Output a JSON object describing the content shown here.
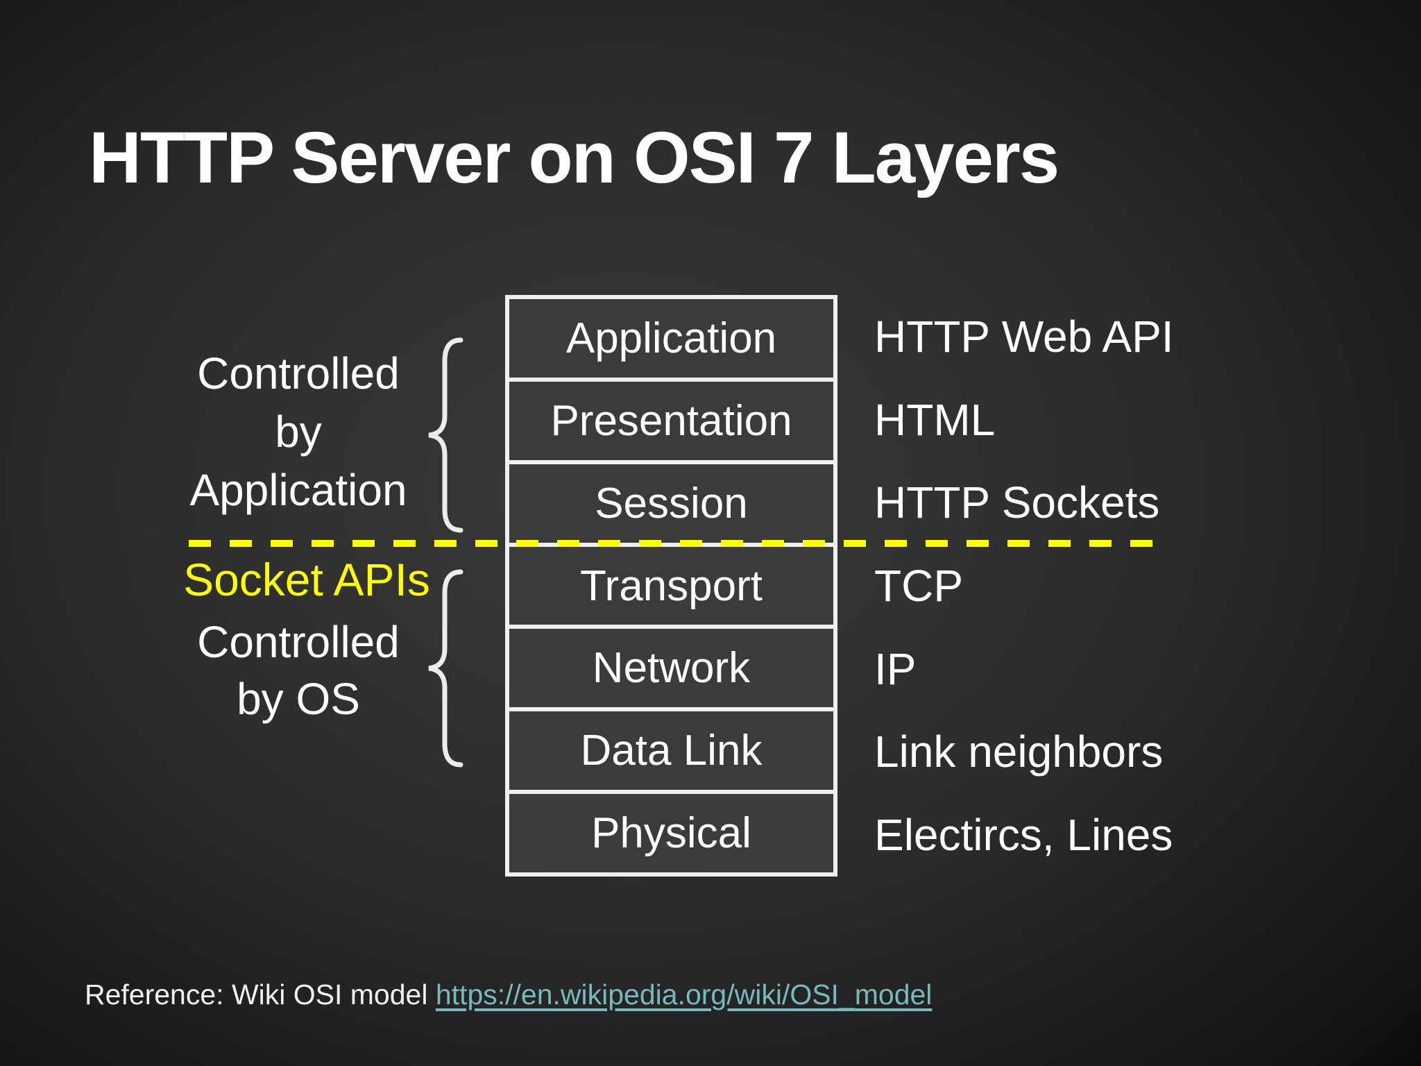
{
  "title": "HTTP Server on OSI 7 Layers",
  "diagram": {
    "layers": [
      {
        "name": "Application",
        "mapping": "HTTP Web API"
      },
      {
        "name": "Presentation",
        "mapping": "HTML"
      },
      {
        "name": "Session",
        "mapping": "HTTP Sockets"
      },
      {
        "name": "Transport",
        "mapping": "TCP"
      },
      {
        "name": "Network",
        "mapping": "IP"
      },
      {
        "name": "Data Link",
        "mapping": "Link neighbors"
      },
      {
        "name": "Physical",
        "mapping": "Electircs, Lines"
      }
    ],
    "left_annotations": {
      "controlled_by_app": {
        "line1": "Controlled",
        "line2": "by",
        "line3": "Application"
      },
      "socket_apis": "Socket APIs",
      "controlled_by_os": {
        "line1": "Controlled",
        "line2": "by OS"
      }
    },
    "divider_color": "#ffff00",
    "box_border_color": "#efefef",
    "box_fill_color": "#3b3b3b"
  },
  "footer": {
    "reference_label": "Reference: Wiki OSI model",
    "link_text": "https://en.wikipedia.org/wiki/OSI_model",
    "link_color": "#78b9be"
  }
}
